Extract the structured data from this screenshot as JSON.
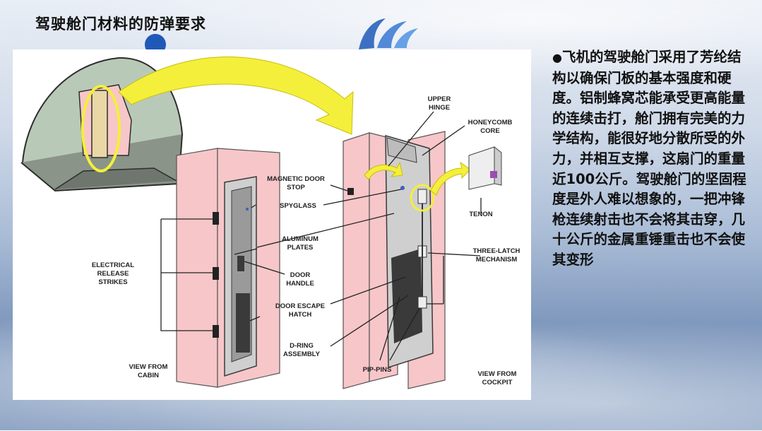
{
  "slide": {
    "title": "驾驶舱门材料的防弹要求",
    "bullet": "●",
    "body": "飞机的驾驶舱门采用了芳纶结构以确保门板的基本强度和硬度。铝制蜂窝芯能承受更高能量的连续击打，舱门拥有完美的力学结构，能很好地分散所受的外力，并相互支撑，这扇门的重量近100公斤。驾驶舱门的坚固程度是外人难以想象的，一把冲锋枪连续射击也不会将其击穿，几十公斤的金属重锤重击也不会使其变形"
  },
  "figure": {
    "labels": {
      "upper_hinge_1": "UPPER",
      "upper_hinge_2": "HINGE",
      "honeycomb_1": "HONEYCOMB",
      "honeycomb_2": "CORE",
      "magnetic_1": "MAGNETIC DOOR",
      "magnetic_2": "STOP",
      "spyglass": "SPYGLASS",
      "tenon": "TENON",
      "aluminum_1": "ALUMINUM",
      "aluminum_2": "PLATES",
      "electrical_1": "ELECTRICAL",
      "electrical_2": "RELEASE",
      "electrical_3": "STRIKES",
      "three_latch_1": "THREE-LATCH",
      "three_latch_2": "MECHANISM",
      "door_handle_1": "DOOR",
      "door_handle_2": "HANDLE",
      "escape_1": "DOOR ESCAPE",
      "escape_2": "HATCH",
      "dring_1": "D-RING",
      "dring_2": "ASSEMBLY",
      "pip_pins": "PIP-PINS",
      "view_cabin_1": "VIEW FROM",
      "view_cabin_2": "CABIN",
      "view_cockpit_1": "VIEW FROM",
      "view_cockpit_2": "COCKPIT"
    }
  },
  "colors": {
    "pink": "#f7c6c9",
    "yellow": "#f4ef3a",
    "door_gray": "#c9c9c9",
    "dark": "#3a3a3a",
    "accent_blue": "#1f59b8"
  }
}
